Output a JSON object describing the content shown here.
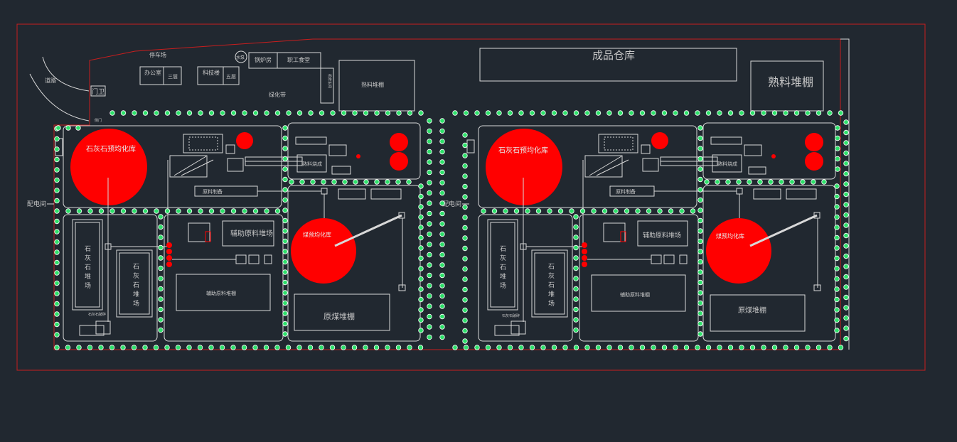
{
  "colors": {
    "background": "#212830",
    "outline": "#d8d8d8",
    "boundary": "#c81e1e",
    "silo": "#ff0000",
    "tree": "#2ee06a",
    "hedge": "#f2f2f2"
  },
  "labels": {
    "finished_warehouse": "成品仓库",
    "clinker_shed_large": "熟料堆棚",
    "clinker_shed_small": "熟料堆棚",
    "parking": "停车场",
    "office": "办公室",
    "office_floors": "三层",
    "canteen": "职工食堂",
    "boiler": "锅炉房",
    "material_building": "科技楼",
    "material_floors": "五层",
    "water_pump": "水泵",
    "green_belt": "绿化带",
    "road": "道路",
    "gate": "门卫",
    "side_gate": "侧门",
    "narrow_building": "机修车间",
    "power_room_left": "配电间",
    "power_room_right": "配电间",
    "limestone_silo_left": "石灰石预均化库",
    "limestone_silo_right": "石灰石预均化库",
    "coal_silo_left": "煤预均化库",
    "coal_silo_right": "煤预均化库",
    "aux_material_yard_left": "辅助原料堆场",
    "aux_material_yard_right": "辅助原料堆场",
    "aux_material_shed_left": "辅助原料堆棚",
    "aux_material_shed_right": "辅助原料堆棚",
    "raw_coal_shed_left": "原煤堆棚",
    "raw_coal_shed_right": "原煤堆棚",
    "limestone_yard_1": "石灰石堆场",
    "limestone_yard_2": "石灰石堆场",
    "limestone_yard_3": "石灰石堆场",
    "limestone_yard_4": "石灰石堆场",
    "raw_mill_left": "原料制备",
    "raw_mill_right": "原料制备",
    "kiln_left": "熟料烧成",
    "kiln_right": "熟料烧成",
    "crusher_left": "石灰石破碎",
    "crusher_right": "石灰石破碎"
  }
}
